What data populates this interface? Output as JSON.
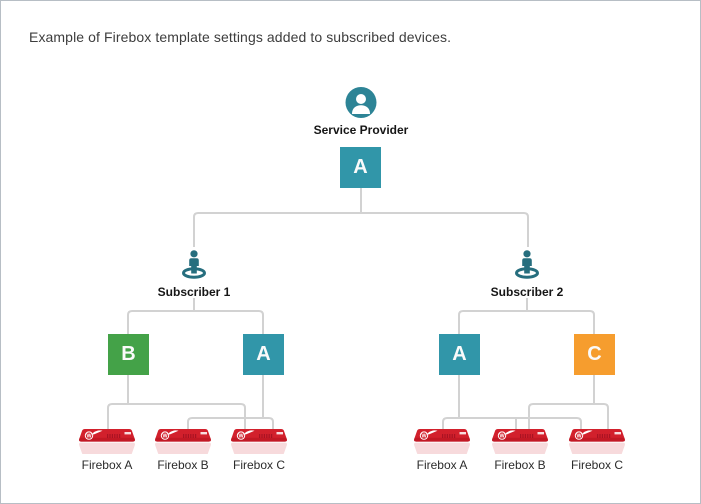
{
  "page": {
    "title": "Example of Firebox template settings added to subscribed devices.",
    "background": "#ffffff",
    "border_color": "#b7bec5"
  },
  "colors": {
    "teal": "#3196a9",
    "green": "#44a248",
    "orange": "#f69d2e",
    "avatar_teal": "#2d8496",
    "subscriber_icon_teal": "#266e7e",
    "connector_line": "#d2d2d2",
    "firebox_red": "#d2202c"
  },
  "service_provider": {
    "label": "Service Provider",
    "template_letter": "A",
    "template_color": "#3196a9"
  },
  "subscribers": [
    {
      "label": "Subscriber 1",
      "templates": [
        {
          "letter": "B",
          "color": "#44a248"
        },
        {
          "letter": "A",
          "color": "#3196a9"
        }
      ],
      "fireboxes": [
        "Firebox A",
        "Firebox B",
        "Firebox C"
      ]
    },
    {
      "label": "Subscriber 2",
      "templates": [
        {
          "letter": "A",
          "color": "#3196a9"
        },
        {
          "letter": "C",
          "color": "#f69d2e"
        }
      ],
      "fireboxes": [
        "Firebox A",
        "Firebox B",
        "Firebox C"
      ]
    }
  ],
  "template_assignments": [
    {
      "subscriber": "Subscriber 1",
      "template": "B",
      "applied_to": [
        "Firebox A",
        "Firebox C"
      ]
    },
    {
      "subscriber": "Subscriber 1",
      "template": "A",
      "applied_to": [
        "Firebox B",
        "Firebox C"
      ]
    },
    {
      "subscriber": "Subscriber 2",
      "template": "A",
      "applied_to": [
        "Firebox A",
        "Firebox B",
        "Firebox C"
      ]
    },
    {
      "subscriber": "Subscriber 2",
      "template": "C",
      "applied_to": [
        "Firebox B",
        "Firebox C"
      ]
    }
  ]
}
